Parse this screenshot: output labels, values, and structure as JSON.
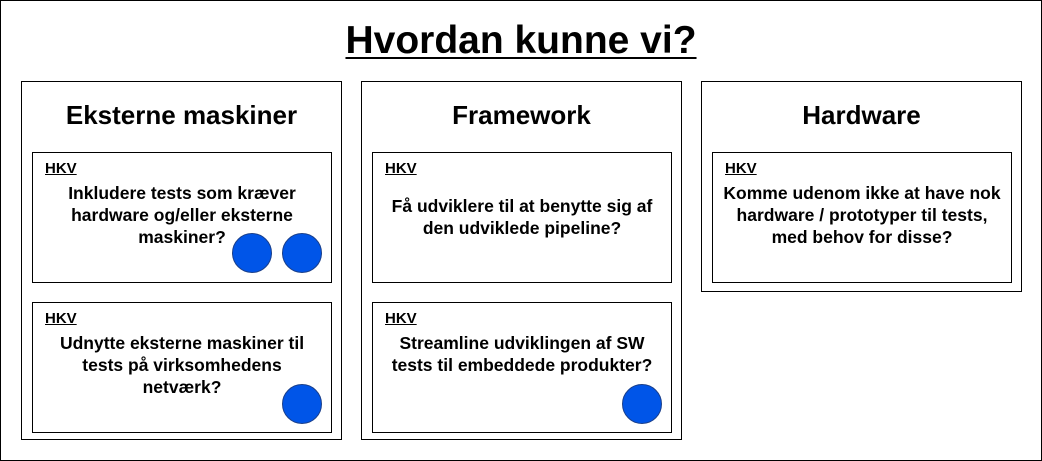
{
  "title": "Hvordan kunne vi?",
  "columns": [
    {
      "heading": "Eksterne maskiner",
      "cards": [
        {
          "tag": "HKV",
          "text": "Inkludere tests som kræver hardware og/eller eksterne maskiner?",
          "votes": 2
        },
        {
          "tag": "HKV",
          "text": "Udnytte eksterne maskiner til tests på virksomhedens netværk?",
          "votes": 1
        }
      ]
    },
    {
      "heading": "Framework",
      "cards": [
        {
          "tag": "HKV",
          "text": "Få udviklere til at benytte sig af den udviklede pipeline?",
          "votes": 0
        },
        {
          "tag": "HKV",
          "text": "Streamline udviklingen af SW tests til embeddede produkter?",
          "votes": 1
        }
      ]
    },
    {
      "heading": "Hardware",
      "cards": [
        {
          "tag": "HKV",
          "text": "Komme udenom ikke at have nok hardware / prototyper til tests, med behov for disse?",
          "votes": 0
        }
      ]
    }
  ],
  "colors": {
    "vote_dot": "#0055e8",
    "border": "#000000"
  }
}
